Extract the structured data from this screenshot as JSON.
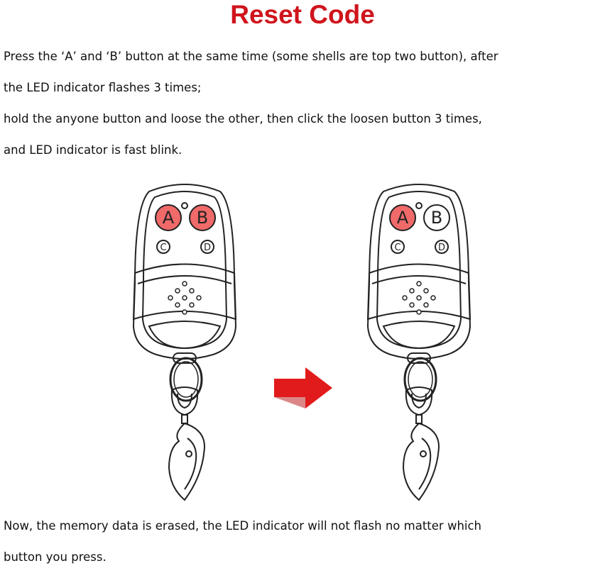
{
  "title": "Reset Code",
  "instructions": {
    "line1": "Press the ‘A’ and ‘B’ button at the same time (some shells are top two button), after",
    "line2": "the LED indicator flashes 3 times;",
    "line3": "hold the anyone button and loose the other, then click the loosen button 3 times,",
    "line4": "and LED indicator is fast blink."
  },
  "remote_left": {
    "button_a": "A",
    "button_b": "B",
    "button_c": "C",
    "button_d": "D",
    "pressed": [
      "A",
      "B"
    ]
  },
  "remote_right": {
    "button_a": "A",
    "button_b": "B",
    "button_c": "C",
    "button_d": "D",
    "pressed": [
      "A"
    ]
  },
  "arrow_icon": "right-arrow-icon",
  "conclusion": {
    "line1": "Now, the memory data is erased, the LED indicator will not flash no matter which",
    "line2": "button you press."
  },
  "colors": {
    "title": "#d0141c",
    "pressed_button": "#f06a6a",
    "arrow": "#e11b1b",
    "outline": "#222222"
  }
}
